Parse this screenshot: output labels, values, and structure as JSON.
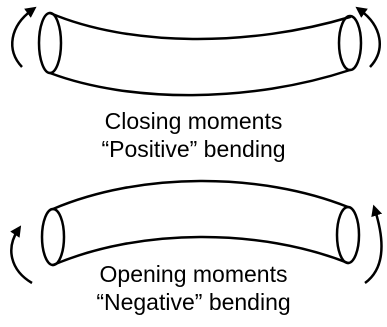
{
  "top": {
    "line1": "Closing moments",
    "line2": "“Positive” bending"
  },
  "bottom": {
    "line1": "Opening moments",
    "line2": "“Negative” bending"
  },
  "colors": {
    "ink": "#000000",
    "background": "#ffffff"
  }
}
